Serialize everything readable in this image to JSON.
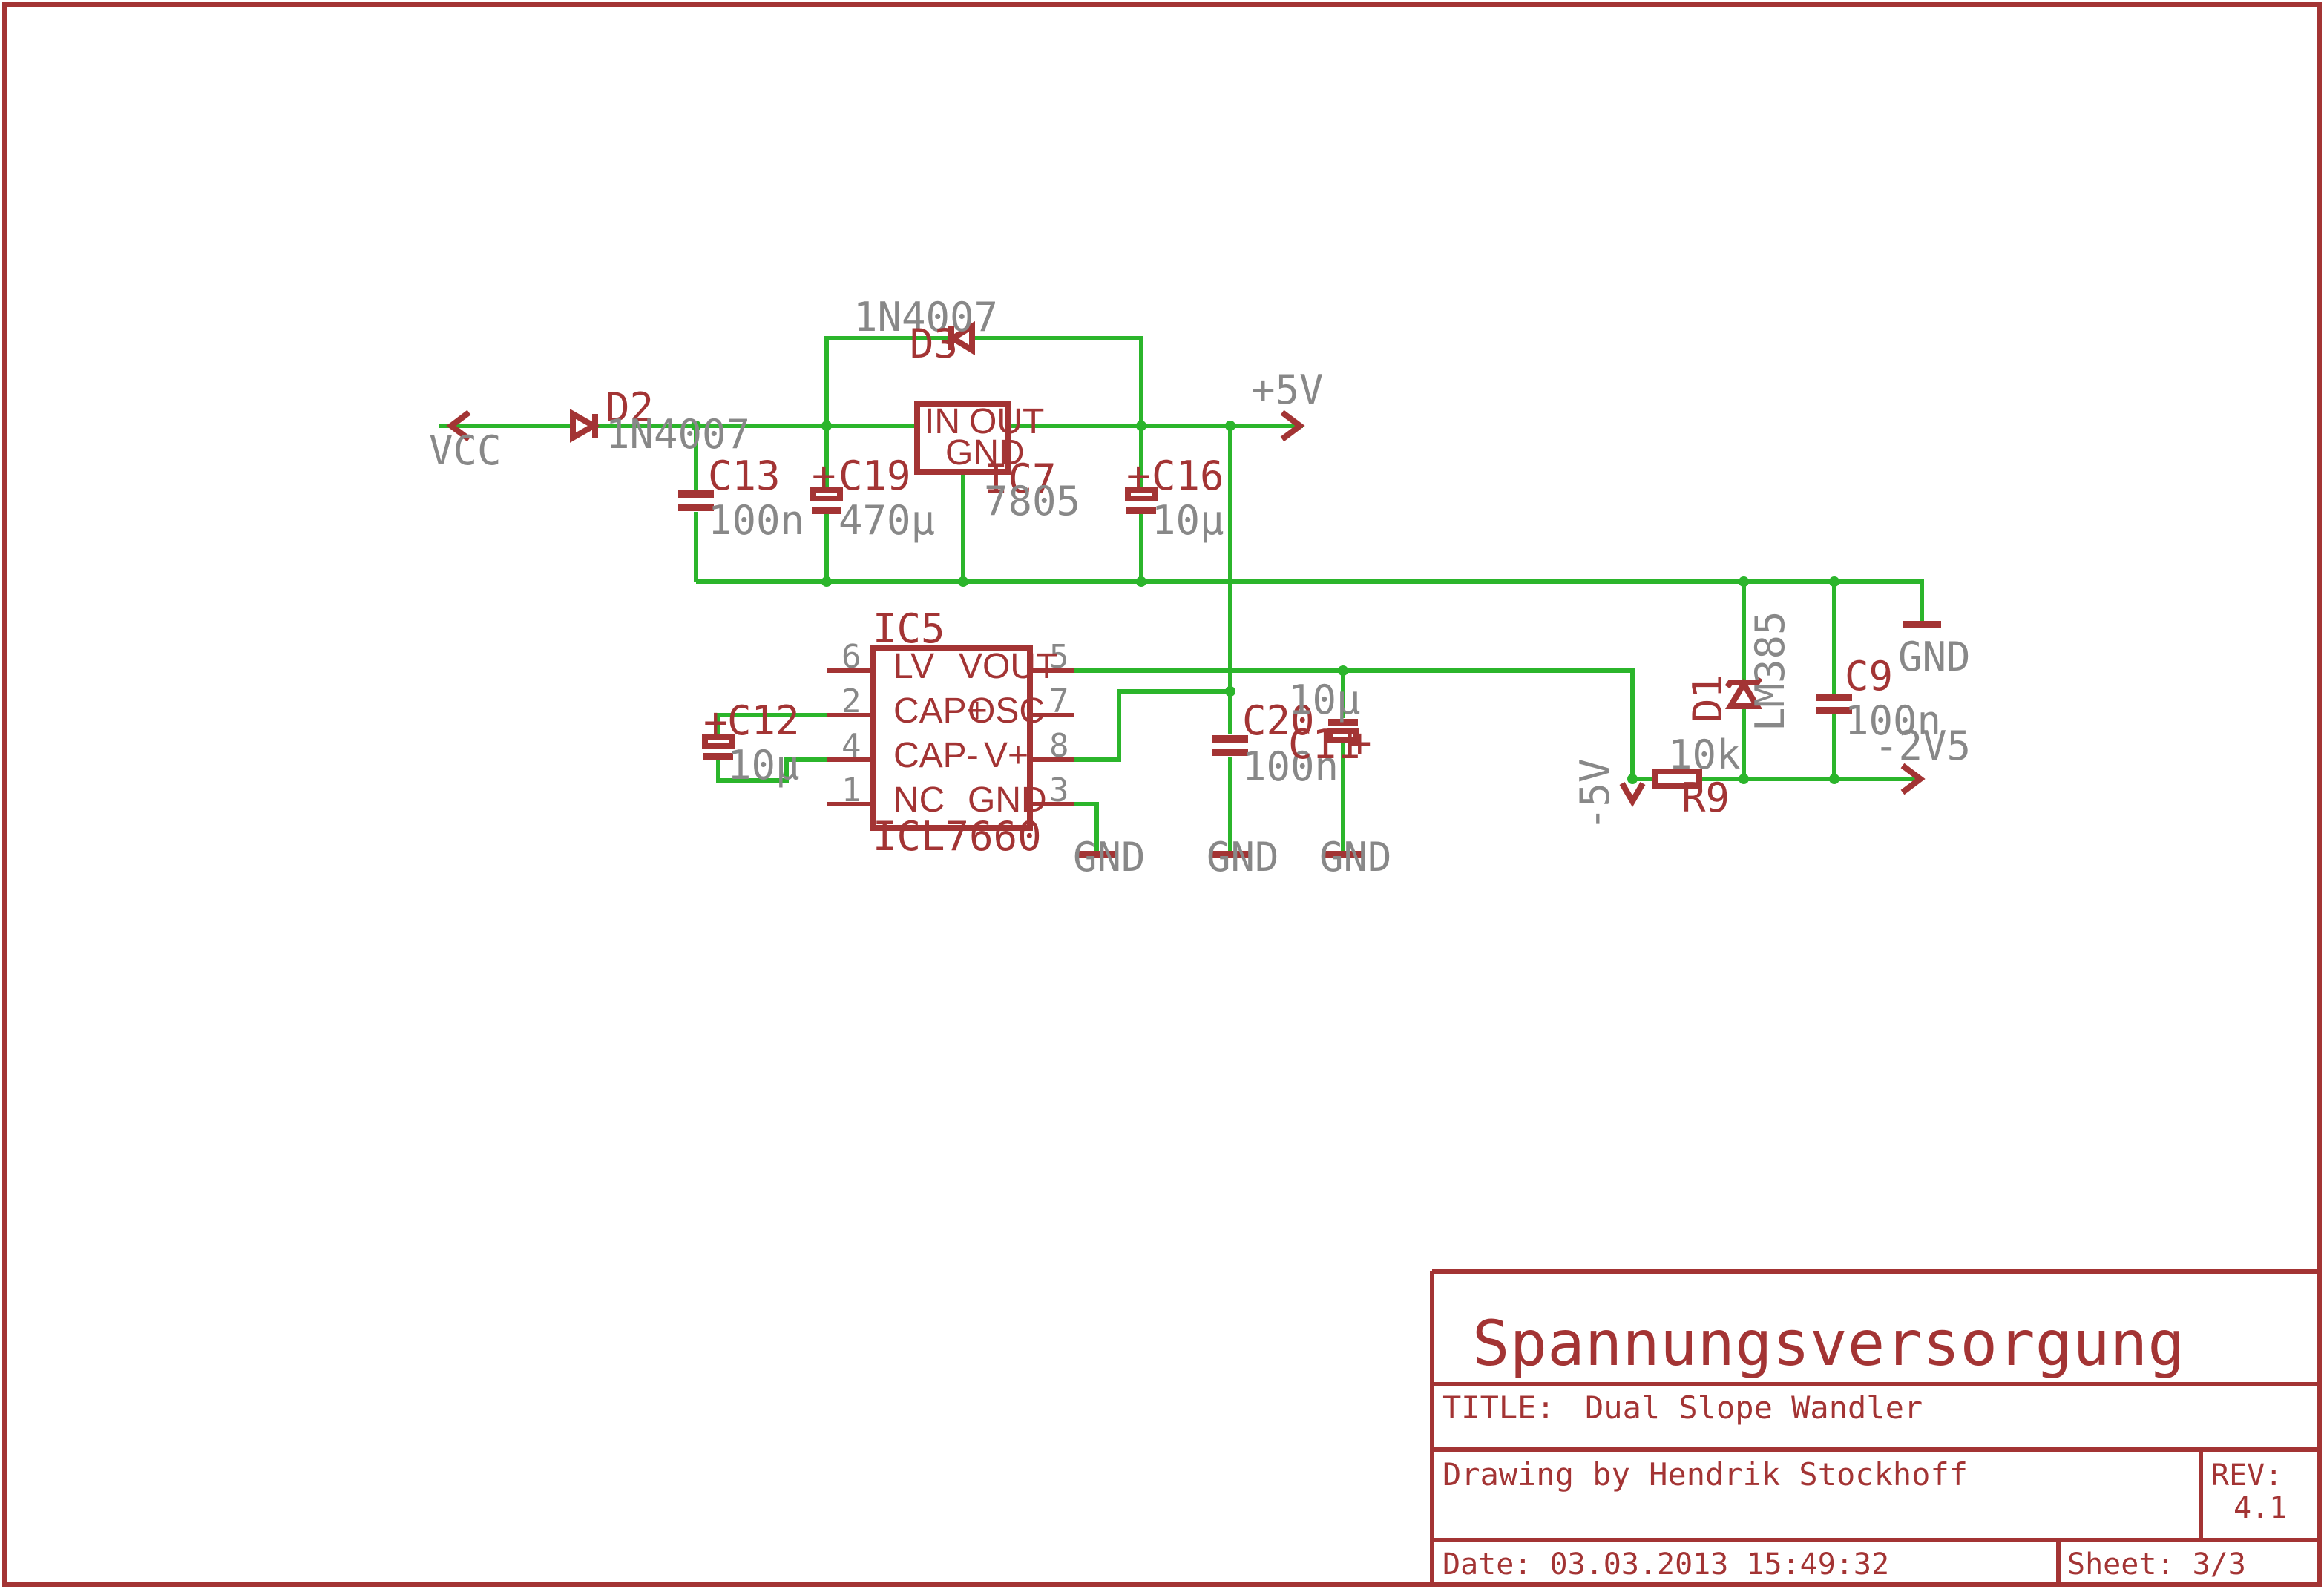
{
  "title_block": {
    "sheet_title": "Spannungsversorgung",
    "title_label": "TITLE:",
    "title_value": "Dual Slope Wandler",
    "drawn_by": "Drawing by Hendrik Stockhoff",
    "rev_label": "REV:",
    "rev_value": "4.1",
    "date": "Date: 03.03.2013 15:49:32",
    "sheet": "Sheet: 3/3"
  },
  "nets": {
    "vcc": "VCC",
    "plus5v": "+5V",
    "minus5v": "-5V",
    "minus2v5": "-2V5",
    "gnd": "GND"
  },
  "components": {
    "d2": {
      "name": "D2",
      "value": "1N4007"
    },
    "d3": {
      "name": "D3",
      "value": "1N4007"
    },
    "ic7": {
      "name": "IC7",
      "value": "7805",
      "pin_in": "IN",
      "pin_out": "OUT",
      "pin_gnd": "GND"
    },
    "c13": {
      "name": "C13",
      "value": "100n"
    },
    "c19": {
      "name": "C19",
      "value": "470µ"
    },
    "c16": {
      "name": "C16",
      "value": "10µ"
    },
    "ic5": {
      "name": "IC5",
      "value": "ICL7660",
      "pins_left": [
        {
          "num": "6",
          "name": "LV"
        },
        {
          "num": "2",
          "name": "CAP+"
        },
        {
          "num": "4",
          "name": "CAP-"
        },
        {
          "num": "1",
          "name": "NC"
        }
      ],
      "pins_right": [
        {
          "num": "5",
          "name": "VOUT"
        },
        {
          "num": "7",
          "name": "OSC"
        },
        {
          "num": "8",
          "name": "V+"
        },
        {
          "num": "3",
          "name": "GND"
        }
      ]
    },
    "c12": {
      "name": "C12",
      "value": "10µ"
    },
    "c20": {
      "name": "C20",
      "value": "100n"
    },
    "c11": {
      "name": "C11",
      "value": "10µ"
    },
    "d1": {
      "name": "D1",
      "value": "LM385"
    },
    "c9": {
      "name": "C9",
      "value": "100n"
    },
    "r9": {
      "name": "R9",
      "value": "10k"
    }
  },
  "colors": {
    "symbol": "#a33434",
    "wire": "#2bb52b",
    "label_grey": "#888888",
    "background": "#ffffff"
  }
}
